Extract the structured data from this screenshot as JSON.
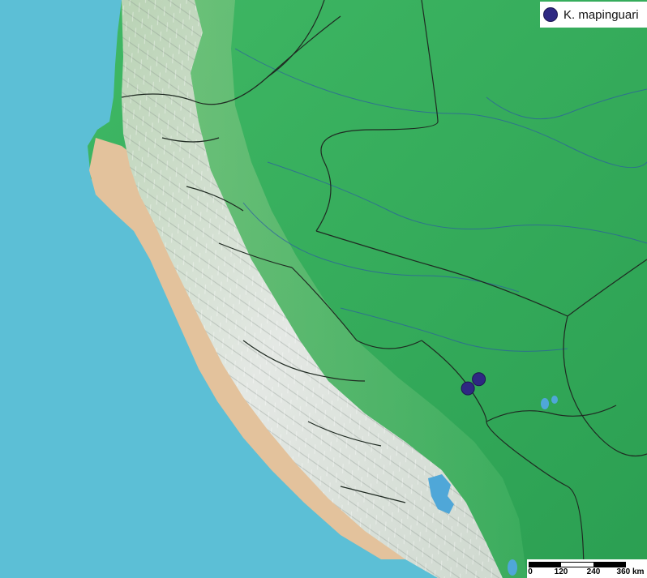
{
  "map": {
    "colors": {
      "ocean": "#5cbfd6",
      "lowland": "#2faa5a",
      "highland": "#dfe4e2",
      "desert": "#e7c8a0",
      "lake": "#4fa7d8",
      "border": "#1f2a22",
      "river": "#2c5aa3"
    },
    "occurrence_points": [
      {
        "lat": -12.2,
        "lon": -69.4
      },
      {
        "lat": -12.5,
        "lon": -69.7
      }
    ]
  },
  "legend": {
    "marker_color": "#2e2882",
    "label": "K. mapinguari"
  },
  "scalebar": {
    "ticks": [
      "0",
      "120",
      "240",
      "360 km"
    ]
  }
}
